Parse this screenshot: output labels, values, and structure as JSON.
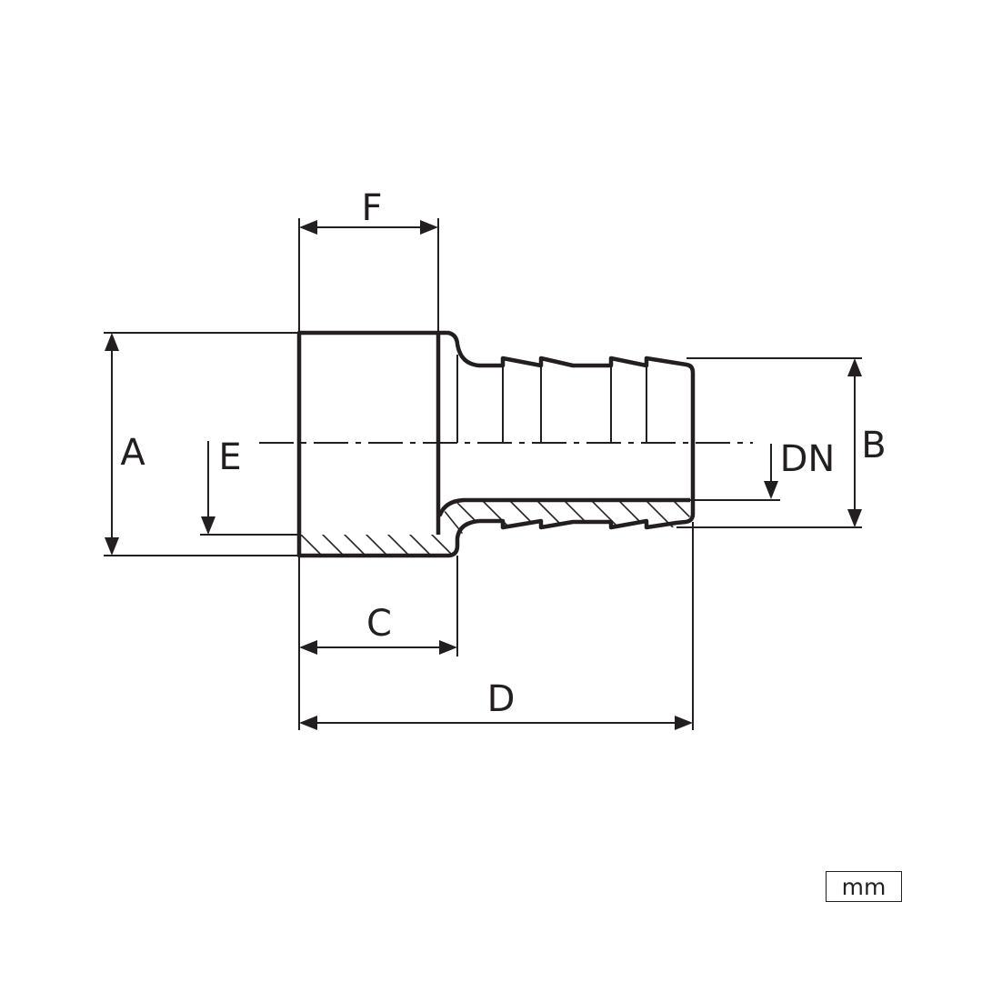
{
  "dimensions": {
    "a": "A",
    "b": "B",
    "c": "C",
    "d": "D",
    "e": "E",
    "f": "F",
    "dn": "DN"
  },
  "unit": "mm",
  "colors": {
    "line": "#231f20",
    "background": "#ffffff"
  }
}
